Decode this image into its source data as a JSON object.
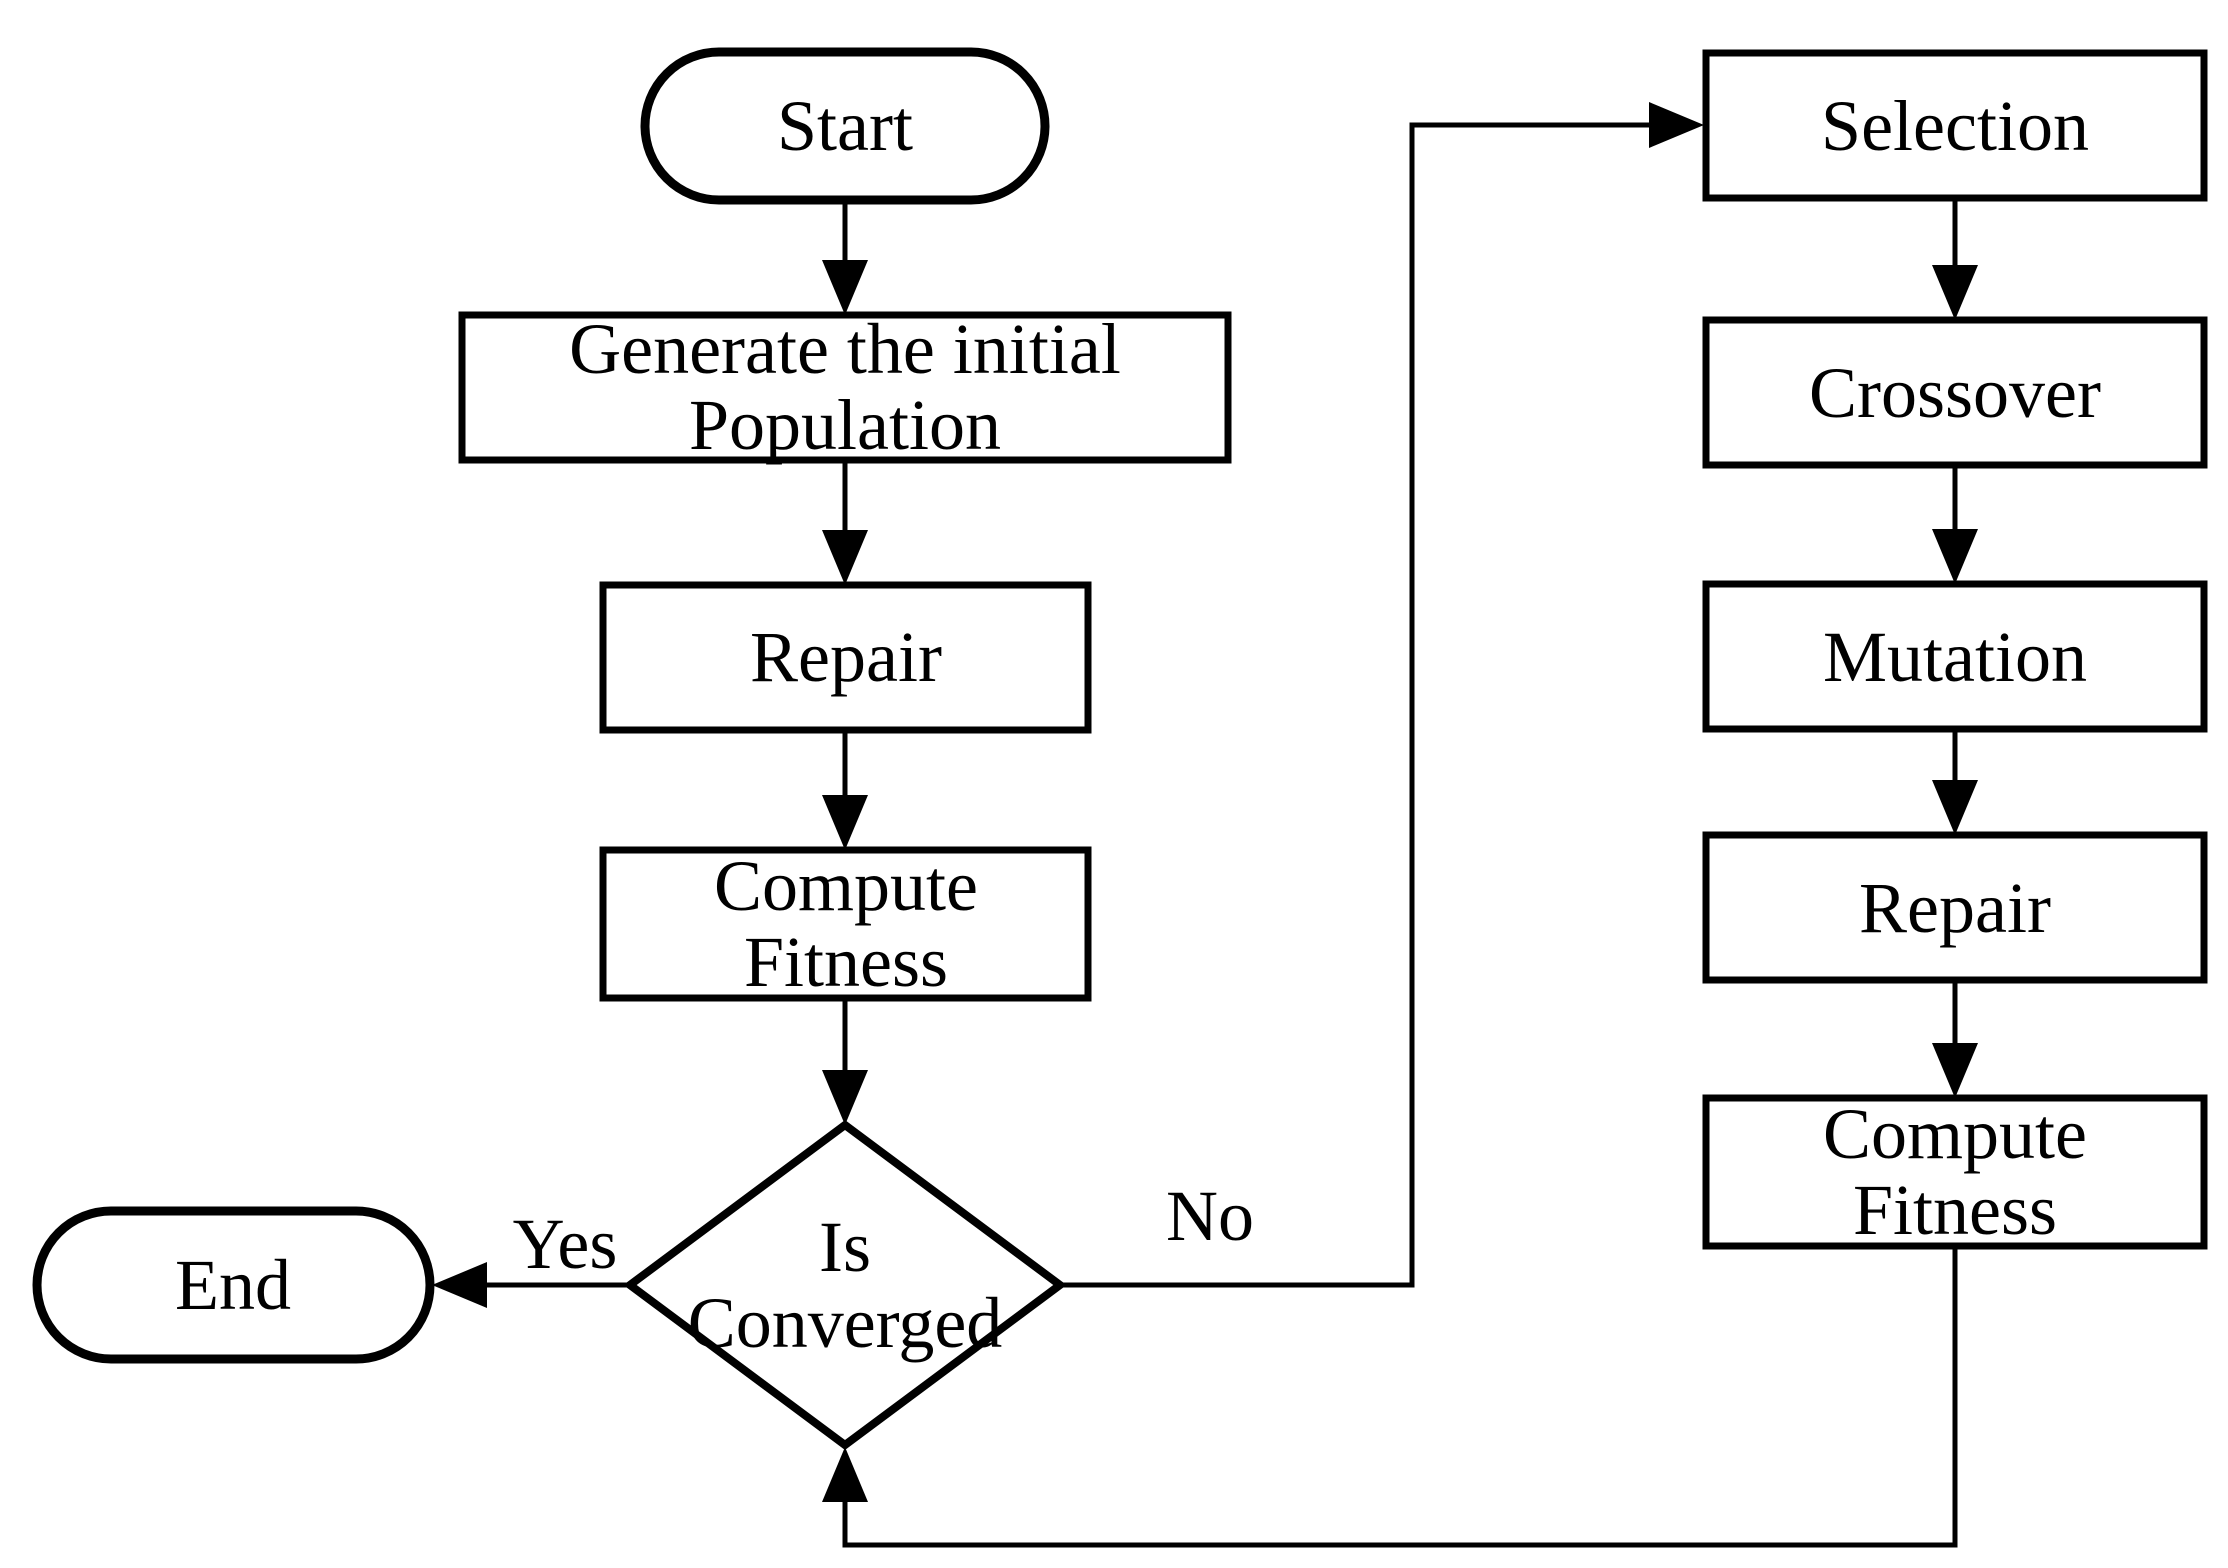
{
  "diagram": {
    "kind": "flowchart",
    "colors": {
      "background": "#ffffff",
      "stroke": "#000000",
      "text": "#000000"
    },
    "nodes": {
      "start": {
        "shape": "terminator",
        "label": "Start"
      },
      "generate": {
        "shape": "process",
        "line1": "Generate the initial",
        "line2": "Population"
      },
      "repair_left": {
        "shape": "process",
        "label": "Repair"
      },
      "compute_left": {
        "shape": "process",
        "line1": "Compute",
        "line2": "Fitness"
      },
      "converged": {
        "shape": "decision",
        "line1": "Is",
        "line2": "Converged"
      },
      "end": {
        "shape": "terminator",
        "label": "End"
      },
      "selection": {
        "shape": "process",
        "label": "Selection"
      },
      "crossover": {
        "shape": "process",
        "label": "Crossover"
      },
      "mutation": {
        "shape": "process",
        "label": "Mutation"
      },
      "repair_right": {
        "shape": "process",
        "label": "Repair"
      },
      "compute_right": {
        "shape": "process",
        "line1": "Compute",
        "line2": "Fitness"
      }
    },
    "edge_labels": {
      "yes": "Yes",
      "no": "No"
    }
  }
}
